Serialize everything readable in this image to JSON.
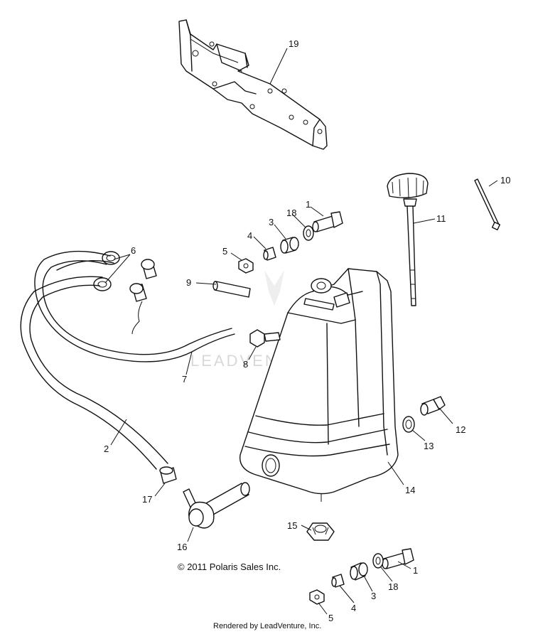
{
  "watermark": "LEADVENTURE",
  "copyright": "© 2011 Polaris Sales Inc.",
  "rendered_by": "Rendered by LeadVenture, Inc.",
  "callouts": [
    {
      "id": "c19",
      "label": "19"
    },
    {
      "id": "c10",
      "label": "10"
    },
    {
      "id": "c11",
      "label": "11"
    },
    {
      "id": "c1a",
      "label": "1"
    },
    {
      "id": "c18a",
      "label": "18"
    },
    {
      "id": "c3a",
      "label": "3"
    },
    {
      "id": "c4a",
      "label": "4"
    },
    {
      "id": "c5a",
      "label": "5"
    },
    {
      "id": "c6",
      "label": "6"
    },
    {
      "id": "c9",
      "label": "9"
    },
    {
      "id": "c8",
      "label": "8"
    },
    {
      "id": "c7",
      "label": "7"
    },
    {
      "id": "c2",
      "label": "2"
    },
    {
      "id": "c17",
      "label": "17"
    },
    {
      "id": "c16",
      "label": "16"
    },
    {
      "id": "c12",
      "label": "12"
    },
    {
      "id": "c13",
      "label": "13"
    },
    {
      "id": "c14",
      "label": "14"
    },
    {
      "id": "c15",
      "label": "15"
    },
    {
      "id": "c1b",
      "label": "1"
    },
    {
      "id": "c18b",
      "label": "18"
    },
    {
      "id": "c3b",
      "label": "3"
    },
    {
      "id": "c4b",
      "label": "4"
    },
    {
      "id": "c5b",
      "label": "5"
    }
  ]
}
